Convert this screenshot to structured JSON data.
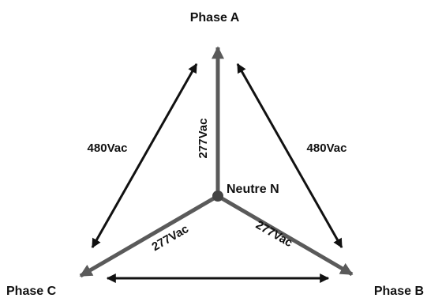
{
  "colors": {
    "phase_line": "#5a5a5a",
    "line_line": "#111111",
    "neutral_node": "#444444",
    "text": "#111111",
    "background": "#ffffff"
  },
  "nodes": {
    "phase_a": {
      "label": "Phase A"
    },
    "phase_b": {
      "label": "Phase B"
    },
    "phase_c": {
      "label": "Phase C"
    },
    "neutral": {
      "label": "Neutre N"
    }
  },
  "voltages": {
    "phase_a_to_neutral": "277Vac",
    "phase_b_to_neutral": "277Vac",
    "phase_c_to_neutral": "277Vac",
    "line_a_c": "480Vac",
    "line_a_b": "480Vac"
  }
}
